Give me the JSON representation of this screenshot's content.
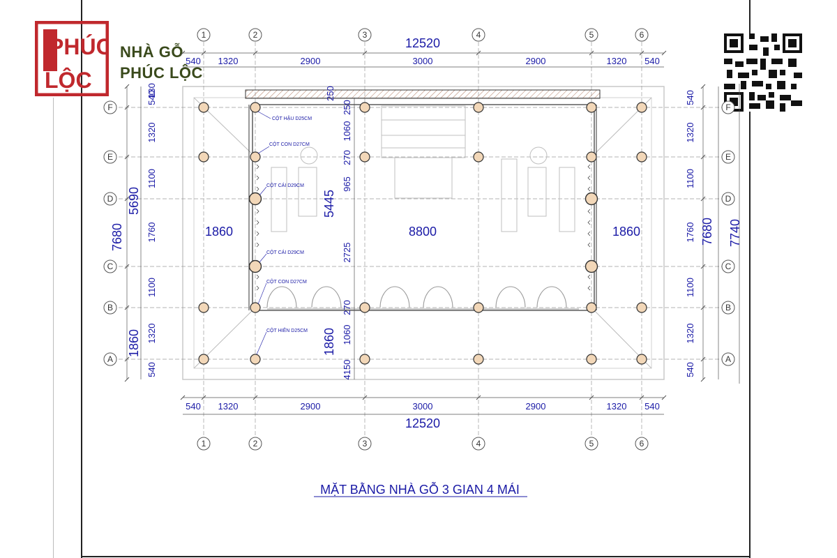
{
  "brand": {
    "logo_line1": "PHÚC",
    "logo_line2": "LỘC",
    "name_line1": "NHÀ GỖ",
    "name_line2": "PHÚC LỘC",
    "logo_color": "#c0282d",
    "text_color": "#3a4a1c",
    "qr_icon": "qr-code-icon"
  },
  "drawing": {
    "title": "MẶT BẰNG NHÀ GỖ 3 GIAN 4 MÁI",
    "line_color": "#1a1aa6",
    "grid_columns": [
      "1",
      "2",
      "3",
      "4",
      "5",
      "6"
    ],
    "grid_rows": [
      "F",
      "E",
      "D",
      "C",
      "B",
      "A"
    ],
    "top_dims": [
      "540",
      "1320",
      "2900",
      "3000",
      "2900",
      "1320",
      "540"
    ],
    "top_total": "12520",
    "bottom_dims": [
      "540",
      "1320",
      "2900",
      "3000",
      "2900",
      "1320",
      "540"
    ],
    "bottom_total": "12520",
    "left_dims": [
      "130",
      "540",
      "1320",
      "1100",
      "1760",
      "1100",
      "1320",
      "540"
    ],
    "left_mid": "5690",
    "left_total": "7680",
    "left_bottom": "1860",
    "right_dims": [
      "540",
      "1320",
      "1100",
      "1760",
      "1100",
      "1320",
      "540"
    ],
    "right_total_1": "7680",
    "right_total_2": "7740",
    "inner_dims": [
      "250",
      "250",
      "1060",
      "270",
      "965",
      "2725",
      "270",
      "1060",
      "4150"
    ],
    "inner_5445": "5445",
    "inner_1860": "1860",
    "inner_width": "8800",
    "bay_left": "1860",
    "bay_right": "1860",
    "column_labels": [
      "CỘT HẬU D25CM",
      "CỘT CON D27CM",
      "CỘT CÁI D29CM",
      "CỘT CÁI D29CM",
      "CỘT CON D27CM",
      "CỘT HIÊN D25CM"
    ]
  }
}
